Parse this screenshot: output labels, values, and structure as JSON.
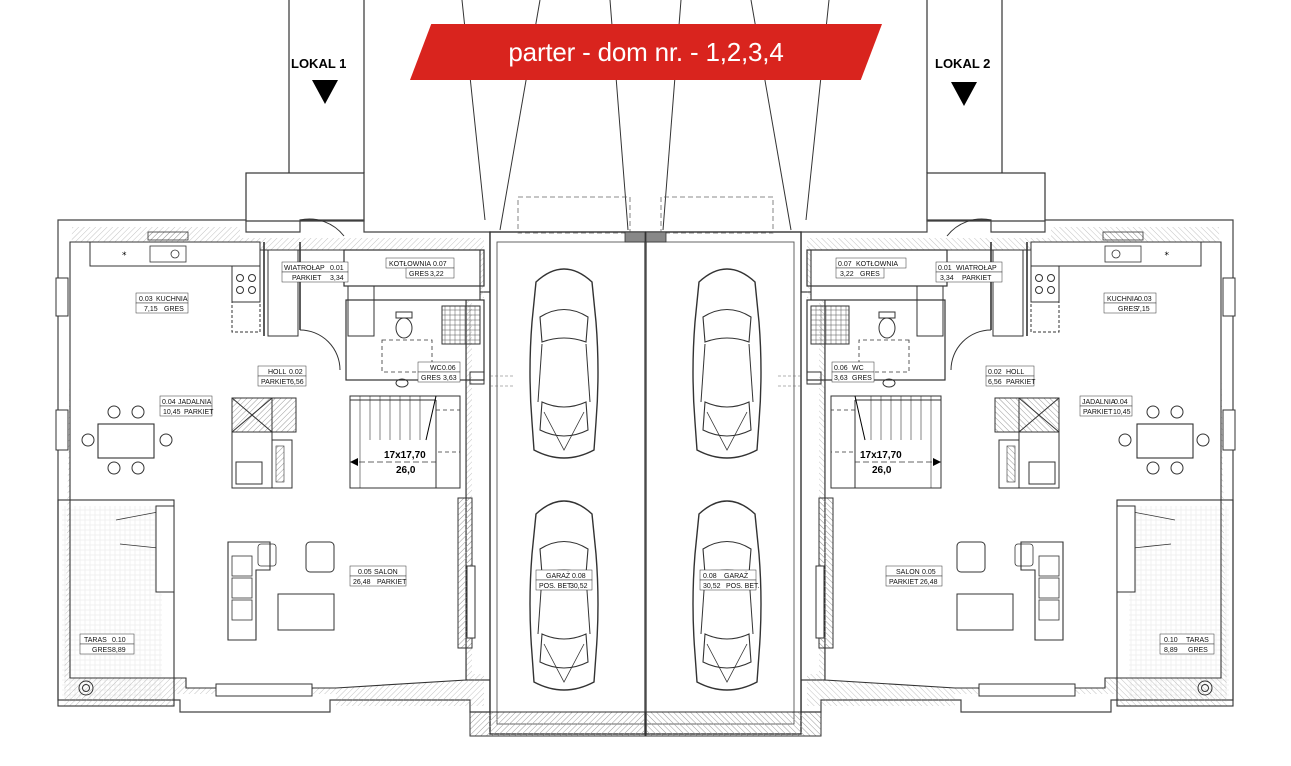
{
  "title": "parter - dom nr. - 1,2,3,4",
  "lokal_left": "LOKAL 1",
  "lokal_right": "LOKAL 2",
  "colors": {
    "banner": "#d9241e",
    "line": "#2a2a2a",
    "hatch": "#9a9a9a"
  },
  "left": {
    "wiatrolap": {
      "name": "WIATROŁAP",
      "num": "0.01",
      "area": "3,34",
      "floor": "PARKIET"
    },
    "kotlownia": {
      "name": "KOTŁOWNIA",
      "num": "0.07",
      "area": "3,22",
      "floor": "GRES"
    },
    "kuchnia": {
      "name": "KUCHNIA",
      "num": "0.03",
      "area": "7,15",
      "floor": "GRES"
    },
    "holl": {
      "name": "HOLL",
      "num": "0.02",
      "area": "6,56",
      "floor": "PARKIET"
    },
    "wc": {
      "name": "WC",
      "num": "0.06",
      "area": "3,63",
      "floor": "GRES"
    },
    "jadalnia": {
      "name": "JADALNIA",
      "num": "0.04",
      "area": "10,45",
      "floor": "PARKIET"
    },
    "salon": {
      "name": "SALON",
      "num": "0.05",
      "area": "26,48",
      "floor": "PARKIET"
    },
    "taras": {
      "name": "TARAS",
      "num": "0.10",
      "area": "8,89",
      "floor": "GRES"
    },
    "garaz": {
      "name": "GARAŻ",
      "num": "0.08",
      "area": "30,52",
      "floor": "POS. BET."
    },
    "stairs": {
      "dims": "17x17,70",
      "height": "26,0"
    }
  },
  "right": {
    "wiatrolap": {
      "name": "WIATROŁAP",
      "num": "0.01",
      "area": "3,34",
      "floor": "PARKIET"
    },
    "kotlownia": {
      "name": "KOTŁOWNIA",
      "num": "0.07",
      "area": "3,22",
      "floor": "GRES"
    },
    "kuchnia": {
      "name": "KUCHNIA",
      "num": "0.03",
      "area": "7,15",
      "floor": "GRES"
    },
    "holl": {
      "name": "HOLL",
      "num": "0.02",
      "area": "6,56",
      "floor": "PARKIET"
    },
    "wc": {
      "name": "WC",
      "num": "0.06",
      "area": "3,63",
      "floor": "GRES"
    },
    "jadalnia": {
      "name": "JADALNIA",
      "num": "0.04",
      "area": "10,45",
      "floor": "PARKIET"
    },
    "salon": {
      "name": "SALON",
      "num": "0.05",
      "area": "26,48",
      "floor": "PARKIET"
    },
    "taras": {
      "name": "TARAS",
      "num": "0.10",
      "area": "8,89",
      "floor": "GRES"
    },
    "garaz": {
      "name": "GARAŻ",
      "num": "0.08",
      "area": "30,52",
      "floor": "POS. BET."
    },
    "stairs": {
      "dims": "17x17,70",
      "height": "26,0"
    }
  }
}
